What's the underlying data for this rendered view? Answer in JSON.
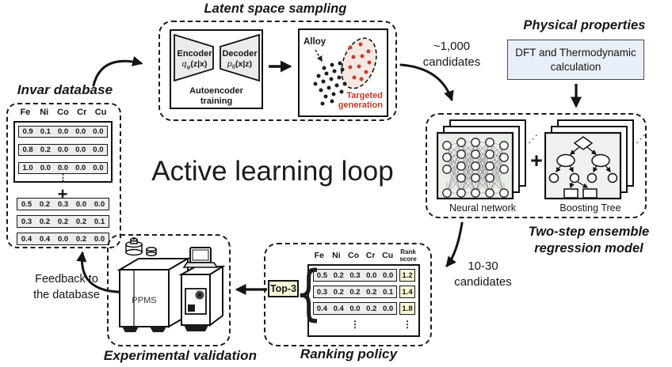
{
  "colors": {
    "red_accent": "#c0392b",
    "red_dot": "#bf4038",
    "pink_fill": "#f8e7e2",
    "blue_box": "#e9eff8",
    "green_card": "#e9efe7",
    "gray_card": "#f1f1f4",
    "yellow_box": "#fbf8da",
    "row_gray": "#ededed"
  },
  "center_title": "Active learning loop",
  "glyphs": {
    "plus": "+",
    "vdots": "⋮",
    "ddots": "⋰",
    "brace": "{"
  },
  "latent": {
    "title": "Latent space sampling",
    "encoder_label": "Encoder",
    "encoder_formula": {
      "base": "q",
      "sub": "φ",
      "args": "(z|x)"
    },
    "decoder_label": "Decoder",
    "decoder_formula": {
      "base": "p",
      "sub": "θ",
      "args": "(x|z)"
    },
    "autoencoder_caption_line1": "Autoencoder",
    "autoencoder_caption_line2": "training",
    "alloy_label": "Alloy",
    "targeted_line1": "Targeted",
    "targeted_line2": "generation"
  },
  "candidates_1000": {
    "line1": "~1,000",
    "line2": "candidates"
  },
  "physical": {
    "title": "Physical properties",
    "box_line1": "DFT and Thermodynamic",
    "box_line2": "calculation"
  },
  "ensemble": {
    "nn_label": "Neural network",
    "plus": "+",
    "bt_label": "Boosting Tree",
    "caption_line1": "Two-step ensemble",
    "caption_line2": "regression model"
  },
  "candidates_1030": {
    "line1": "10-30",
    "line2": "candidates"
  },
  "invar": {
    "title": "Invar database",
    "headers": [
      "Fe",
      "Ni",
      "Co",
      "Cr",
      "Cu"
    ],
    "top_rows": [
      [
        "0.9",
        "0.1",
        "0.0",
        "0.0",
        "0.0"
      ],
      [
        "0.8",
        "0.2",
        "0.0",
        "0.0",
        "0.0"
      ],
      [
        "1.0",
        "0.0",
        "0.0",
        "0.0",
        "0.0"
      ]
    ],
    "bottom_rows": [
      [
        "0.5",
        "0.2",
        "0.3",
        "0.0",
        "0.0"
      ],
      [
        "0.3",
        "0.2",
        "0.2",
        "0.2",
        "0.1"
      ],
      [
        "0.4",
        "0.4",
        "0.0",
        "0.2",
        "0.0"
      ]
    ]
  },
  "ranking": {
    "title": "Ranking policy",
    "headers": [
      "Fe",
      "Ni",
      "Co",
      "Cr",
      "Cu"
    ],
    "rank_header_line1": "Rank",
    "rank_header_line2": "score",
    "rows": [
      {
        "values": [
          "0.5",
          "0.2",
          "0.3",
          "0.0",
          "0.0"
        ],
        "score": "1.2"
      },
      {
        "values": [
          "0.3",
          "0.2",
          "0.2",
          "0.2",
          "0.1"
        ],
        "score": "1.4"
      },
      {
        "values": [
          "0.4",
          "0.4",
          "0.0",
          "0.2",
          "0.0"
        ],
        "score": "1.8"
      }
    ],
    "top3_label": "Top-3"
  },
  "experimental": {
    "title": "Experimental validation",
    "device_label": "PPMS"
  },
  "feedback": {
    "line1": "Feedback to",
    "line2": "the database"
  }
}
